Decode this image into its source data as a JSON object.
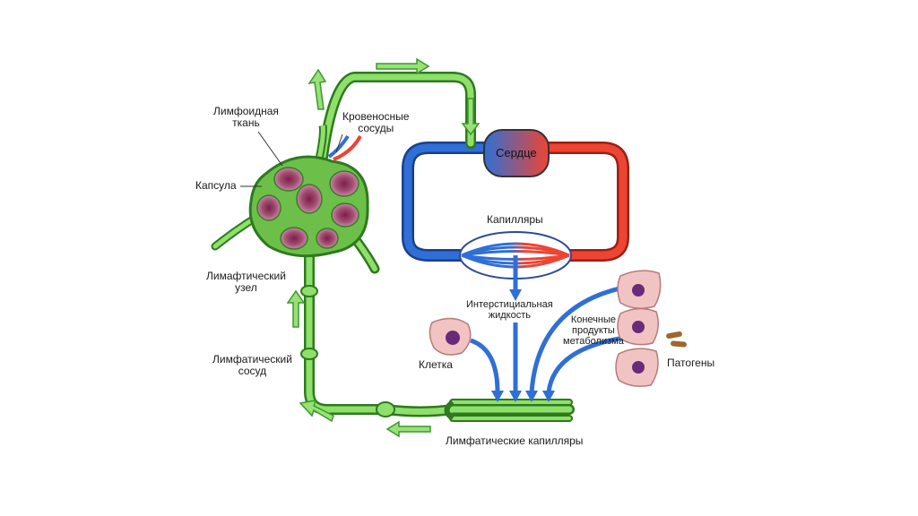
{
  "labels": {
    "lymphoid_tissue": "Лимфоидная\nткань",
    "blood_vessels": "Кровеносные\nсосуды",
    "capsule": "Капсула",
    "lymph_node": "Лимафтический\nузел",
    "lymph_vessel": "Лимфатический\nсосуд",
    "heart": "Сердце",
    "capillaries": "Капилляры",
    "interstitial_fluid": "Интерстициальная\nжидкость",
    "metabolic_products": "Конечные\nпродукты\nметаболизма",
    "cell": "Клетка",
    "pathogens": "Патогены",
    "lymph_capillaries": "Лимфатические капилляры"
  },
  "colors": {
    "lymph": "#7ed957",
    "lymph_dark": "#2e8b1e",
    "vein": "#2f6fd6",
    "artery": "#ee4433",
    "node_fill": "#5fb840",
    "follicle": "#a04a6a",
    "cell_fill": "#f2c3c3",
    "cell_nucleus": "#6a2a7a",
    "arrow_blue": "#2f6fd6",
    "pathogen": "#a0672a"
  },
  "icons": [
    "flow-arrow-icon",
    "cell-icon",
    "pathogen-icon"
  ]
}
